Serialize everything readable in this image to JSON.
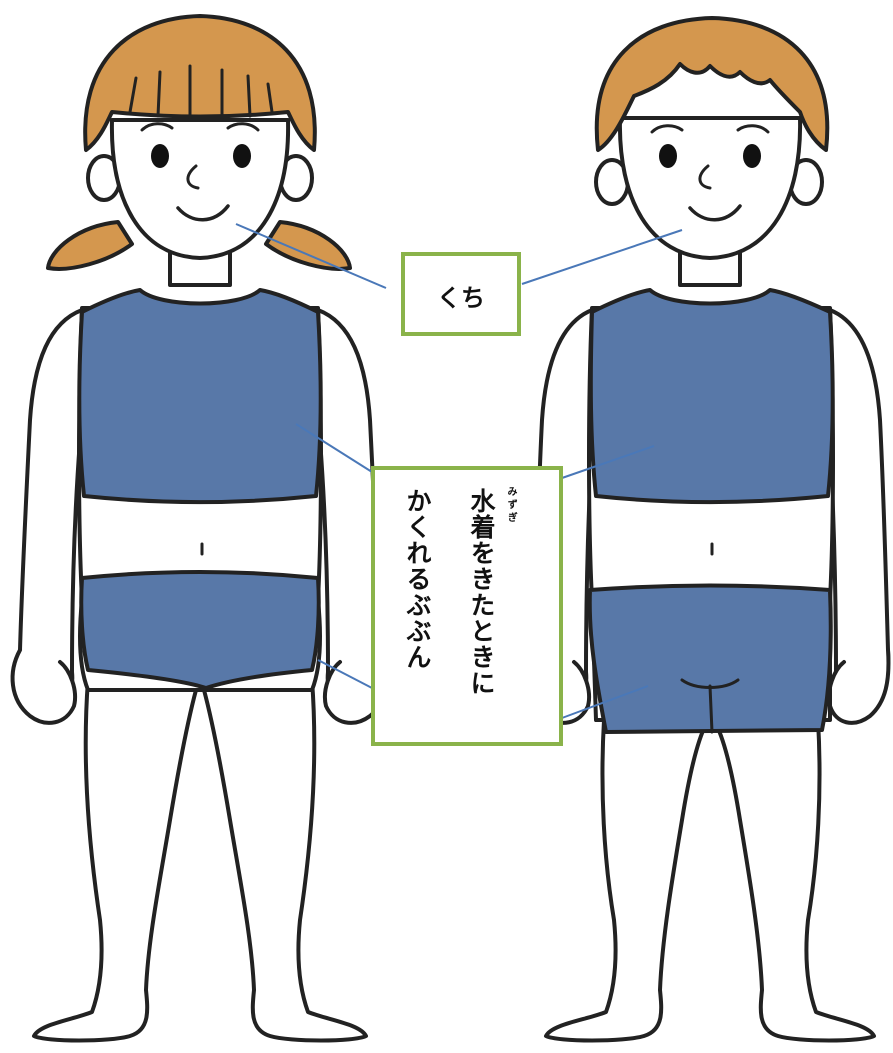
{
  "labels": {
    "mouth": "くち",
    "private_parts_line1": "水着をきたときに",
    "private_parts_line2": "かくれるぶぶん",
    "private_parts_ruby": "みずぎ"
  },
  "colors": {
    "hair": "#d4974e",
    "swimsuit": "#5878a8",
    "outline": "#222222",
    "skin": "#ffffff",
    "label_border": "#8ab34a",
    "leader_line": "#4a78b8"
  }
}
